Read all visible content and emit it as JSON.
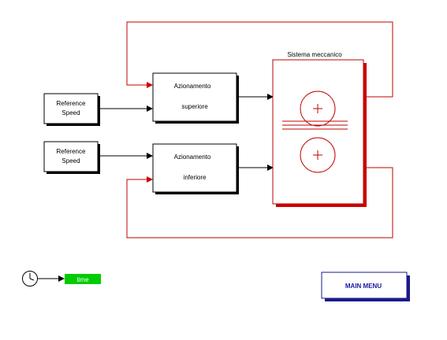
{
  "blocks": {
    "ref_speed_top": {
      "line1": "Reference",
      "line2": "Speed"
    },
    "ref_speed_bottom": {
      "line1": "Reference",
      "line2": "Speed"
    },
    "az_sup": {
      "line1": "Azionamento",
      "line2": "superiore"
    },
    "az_inf": {
      "line1": "Azionamento",
      "line2": "inferiore"
    },
    "mech": {
      "title": "Sistema meccanico"
    },
    "time_label": "time",
    "main_menu_label": "MAIN MENU"
  },
  "colors": {
    "feedback_line": "#c00000",
    "signal_line": "#000000",
    "mech_shadow": "#cc0000",
    "time_block": "#00cc00",
    "menu_text": "#1a1aa0",
    "menu_shadow": "#1a1a8a"
  }
}
